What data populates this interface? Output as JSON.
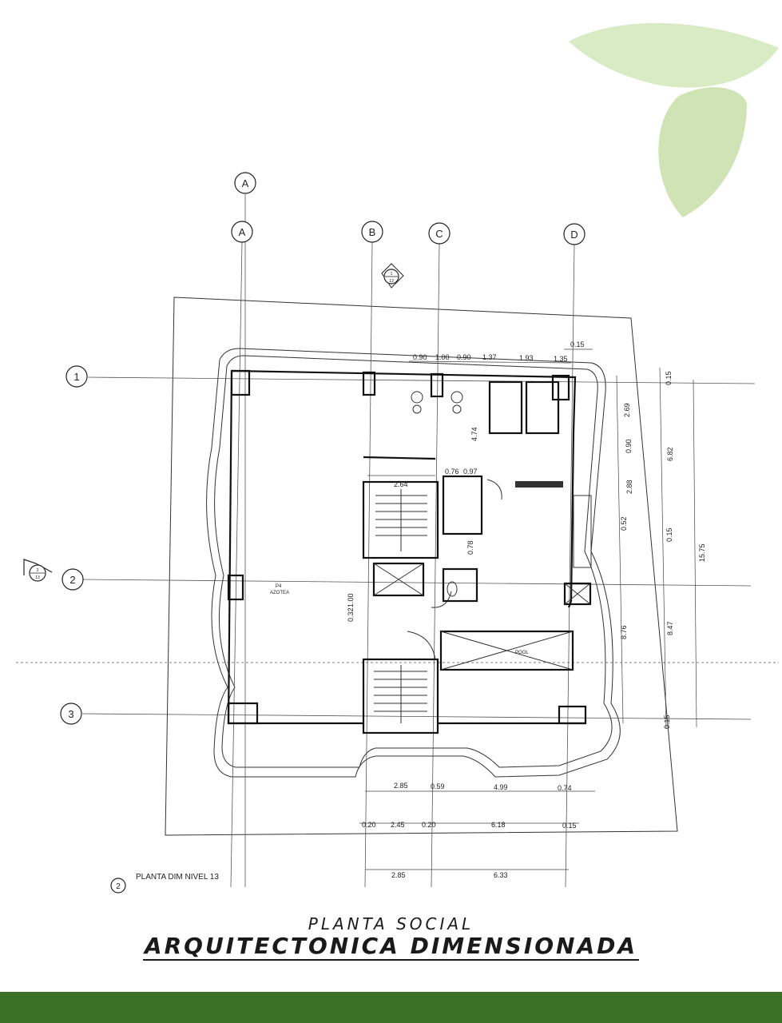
{
  "drawing": {
    "grid_columns": [
      "A",
      "A",
      "B",
      "C",
      "D"
    ],
    "grid_rows": [
      "1",
      "2",
      "3"
    ],
    "section_marks": [
      {
        "top": "1",
        "bottom": "13"
      },
      {
        "top": "2",
        "bottom": "13"
      }
    ],
    "room_labels": [
      "P4",
      "AZOTEA",
      "POOL"
    ],
    "sheet_label": "PLANTA DIM NIVEL 13",
    "sheet_number": "2",
    "dimensions_top": [
      "0.90",
      "1.00",
      "0.90",
      "1.37",
      "1.93",
      "1.35",
      "0.15"
    ],
    "dimensions_interior": [
      "2.64",
      "0.76",
      "0.97",
      "4.74",
      "0.78",
      "0.32",
      "1.00"
    ],
    "dimensions_right_inner": [
      "2.69",
      "0.90",
      "2.88",
      "0.52",
      "8.76"
    ],
    "dimensions_right_outer": [
      "0.15",
      "6.82",
      "0.15",
      "8.47",
      "0.15"
    ],
    "dimension_overall": "15.75",
    "dimensions_bottom_1": [
      "2.85",
      "0.59",
      "4.99",
      "0.74"
    ],
    "dimensions_bottom_2": [
      "0.20",
      "2.45",
      "0.20",
      "6.18",
      "0.15"
    ],
    "dimensions_bottom_3": [
      "2.85",
      "6.33"
    ]
  },
  "caption": {
    "line1": "PLANTA SOCIAL",
    "line2": "ARQUITECTONICA DIMENSIONADA"
  },
  "colors": {
    "footer_bar": "#3b7127",
    "leaf_light": "#d9ebc4",
    "leaf_mid": "#cfe3b5"
  }
}
